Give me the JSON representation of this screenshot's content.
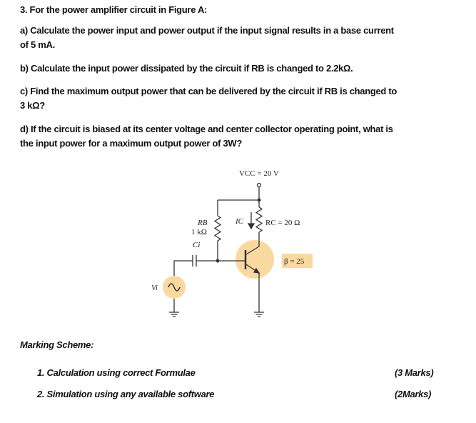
{
  "question": {
    "title": "3. For the power amplifier circuit in Figure A:",
    "a_line1": "a) Calculate the power input and power output if the input signal results in a base current",
    "a_line2": "of 5 mA.",
    "b": "b) Calculate the input power dissipated by the circuit if RB is changed to 2.2kΩ.",
    "c_line1": "c) Find the maximum output power that can be delivered by the circuit if RB is changed to",
    "c_line2": "3 kΩ?",
    "d_line1": "d) If the circuit is biased at its center voltage and center collector operating point, what is",
    "d_line2": "the input power for a maximum output power of 3W?"
  },
  "circuit": {
    "vcc": "VCC = 20 V",
    "rb_name": "RB",
    "rb_value": "1 kΩ",
    "ci": "Ci",
    "rc": "RC = 20 Ω",
    "ic": "IC",
    "beta": "β = 25",
    "vi": "Vi",
    "highlight_color": "#f9d9a0"
  },
  "marking": {
    "heading": "Marking Scheme:",
    "items": [
      {
        "label": "1.  Calculation using correct Formulae",
        "marks": "(3 Marks)"
      },
      {
        "label": "2.  Simulation using any available software",
        "marks": "(2Marks)"
      }
    ]
  }
}
